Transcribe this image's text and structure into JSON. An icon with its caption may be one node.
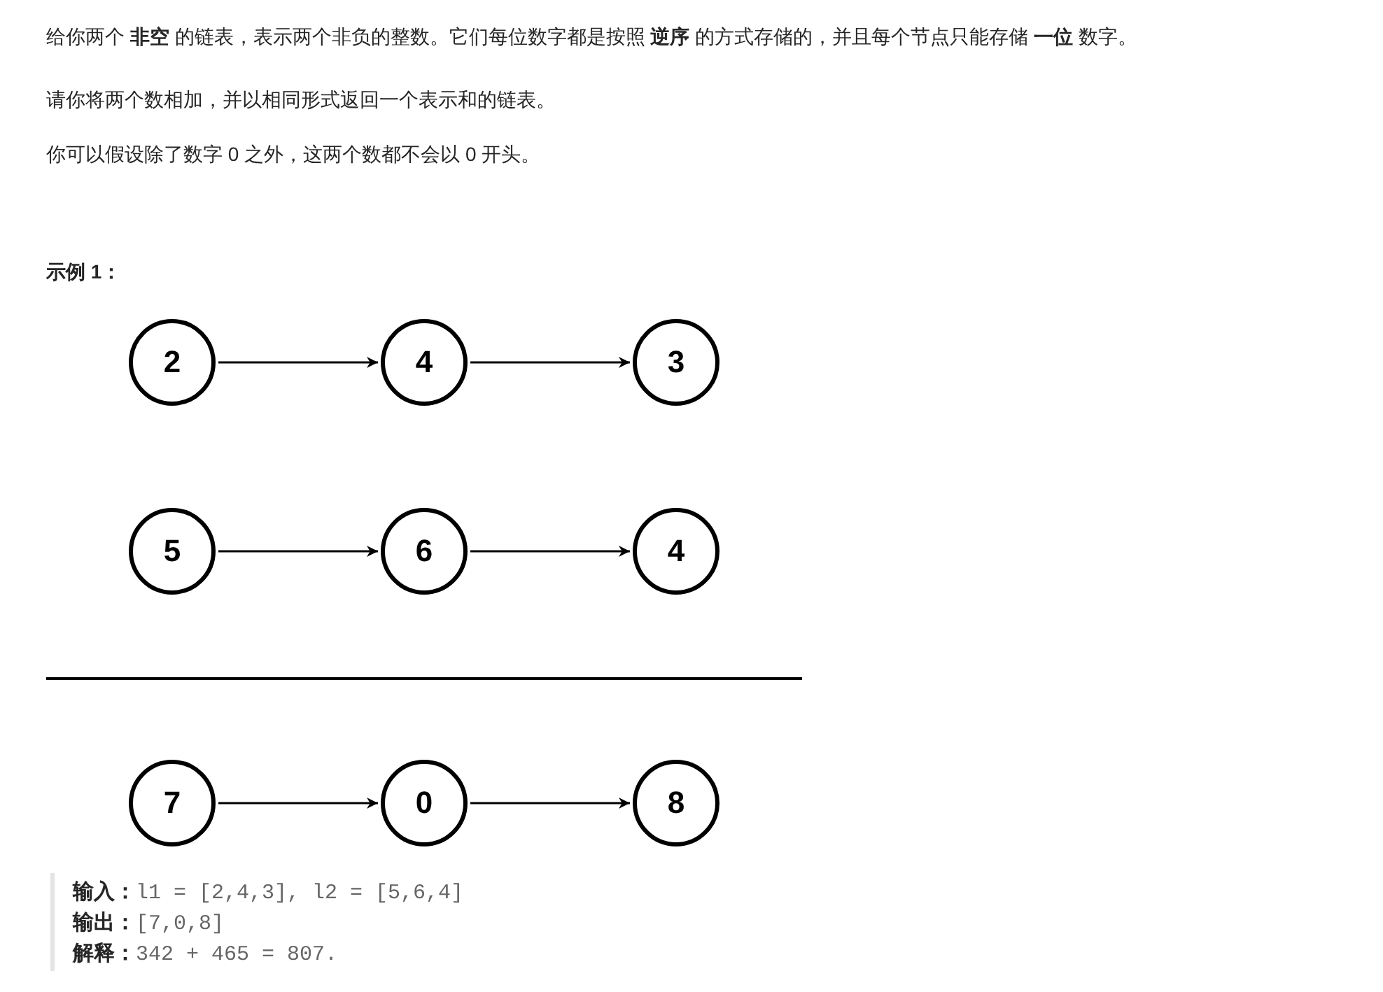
{
  "diagram": {
    "nodes": [
      {
        "text": [
          "2"
        ]
      },
      {
        "text": [
          "4"
        ]
      },
      {
        "text": [
          "3"
        ]
      },
      {
        "text": [
          "5"
        ]
      },
      {
        "text": [
          "6"
        ]
      },
      {
        "text": [
          "4"
        ]
      },
      {
        "text": [
          "7"
        ]
      },
      {
        "text": [
          "0"
        ]
      },
      {
        "text": [
          "8"
        ]
      }
    ],
    "edges": [
      {
        "from": 0,
        "to": 1,
        "arrow": "to"
      },
      {
        "from": 1,
        "to": 2,
        "arrow": "to"
      },
      {
        "from": 3,
        "to": 4,
        "arrow": "to"
      },
      {
        "from": 4,
        "to": 5,
        "arrow": "to"
      },
      {
        "from": 6,
        "to": 7,
        "arrow": "to"
      },
      {
        "from": 7,
        "to": 8,
        "arrow": "to"
      }
    ],
    "labels": [
      "给你两个 **非空** 的链表，表示两个非负的整数。它们每位数字都是按照 **逆序** 的方式存储的，并且每个节点只能存储 **一位** 数字。",
      "请你将两个数相加，并以相同形式返回一个表示和的链表。",
      "你可以假设除了数字 0 之外，这两个数都不会以 0 开头。",
      "示例 1：",
      "**输入：**l1 = [2,4,3], l2 = [5,6,4]",
      "**输出：**[7,0,8]",
      "**解释：**342 + 465 = 807."
    ]
  }
}
